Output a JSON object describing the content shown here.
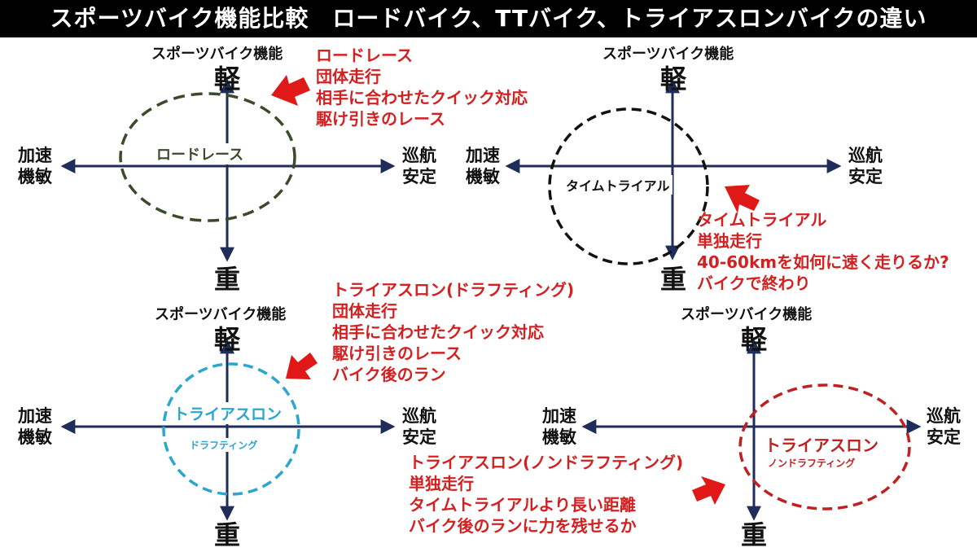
{
  "header": {
    "title": "スポーツバイク機能比較　ロードバイク、TTバイク、トライアスロンバイクの違い"
  },
  "axes": {
    "function_label": "スポーツバイク機能",
    "light": "軽",
    "heavy": "重",
    "left_label": [
      "加速",
      "機敏"
    ],
    "right_label": [
      "巡航",
      "安定"
    ]
  },
  "panels": {
    "road": {
      "ellipse_label": "ロードレース",
      "color": "#3a4a2a",
      "notes": [
        "ロードレース",
        "団体走行",
        "相手に合わせたクイック対応",
        "駆け引きのレース"
      ]
    },
    "tt": {
      "ellipse_label": "タイムトライアル",
      "color": "#111111",
      "notes": [
        "タイムトライアル",
        "単独走行",
        "40-60kmを如何に速く走りるか?",
        "バイクで終わり"
      ]
    },
    "tri_draft": {
      "ellipse_label": "トライアスロン",
      "ellipse_sublabel": "ドラフティング",
      "color": "#2aa6d0",
      "notes": [
        "トライアスロン(ドラフティング)",
        "団体走行",
        "相手に合わせたクイック対応",
        "駆け引きのレース",
        "バイク後のラン"
      ]
    },
    "tri_nondraft": {
      "ellipse_label": "トライアスロン",
      "ellipse_sublabel": "ノンドラフティング",
      "color": "#c02020",
      "notes": [
        "トライアスロン(ノンドラフティング)",
        "単独走行",
        "タイムトライアルより長い距離",
        "バイク後のランに力を残せるか"
      ]
    }
  },
  "colors": {
    "axis": "#1f2d5a",
    "note": "#d42020",
    "arrow": "#e01818"
  }
}
